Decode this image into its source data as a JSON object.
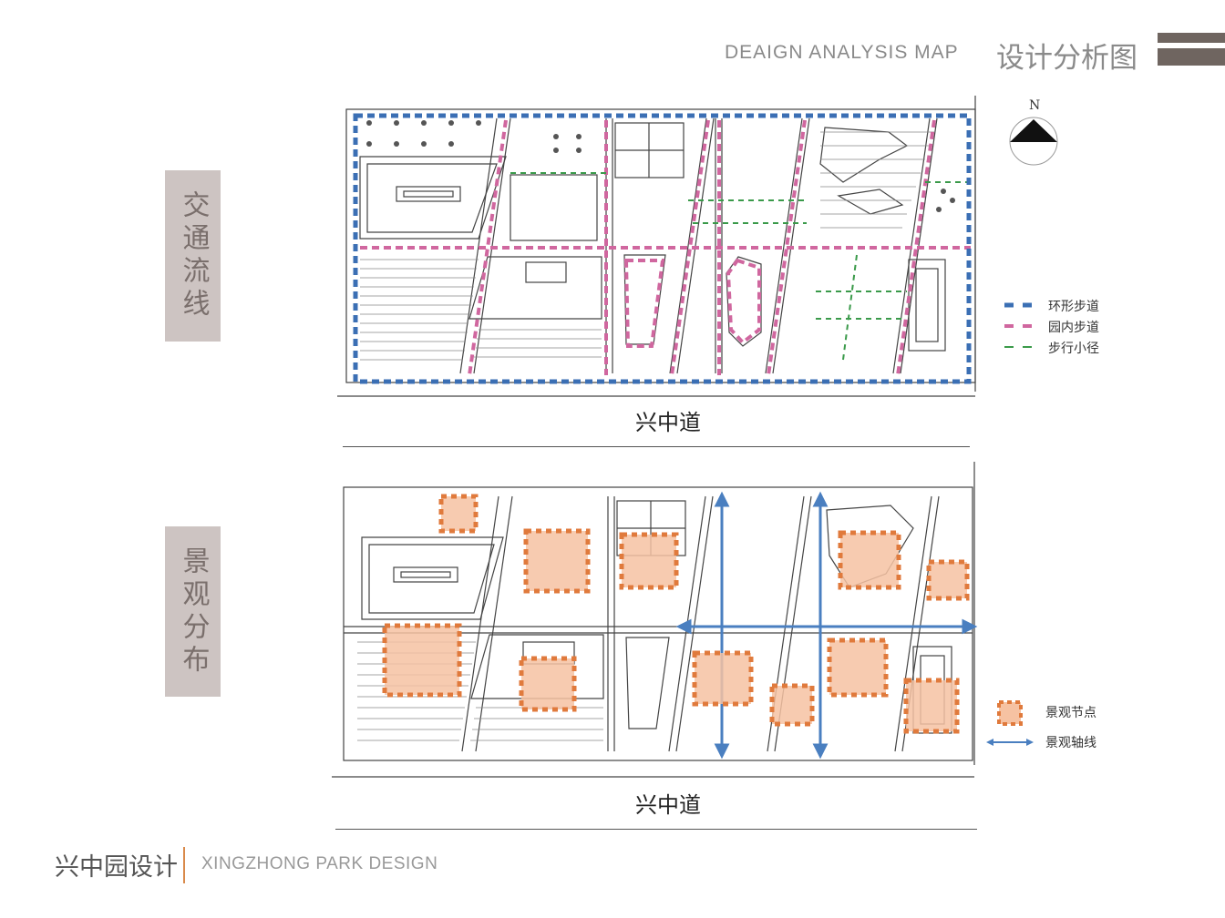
{
  "header": {
    "title_en": "DEAIGN ANALYSIS MAP",
    "title_cn": "设计分析图"
  },
  "colors": {
    "header_bar": "#6f6560",
    "side_label_bg": "#cdc4c2",
    "loop_path": "#3b6fb4",
    "park_path": "#d0679f",
    "foot_path": "#3a9a4a",
    "node_fill": "#f6c2a2",
    "node_border": "#e07a3c",
    "axis": "#4a7fc0",
    "accent": "#d98a4a"
  },
  "sections": {
    "traffic": {
      "label": "交通流线",
      "road": "兴中道"
    },
    "landscape": {
      "label": "景观分布",
      "road": "兴中道"
    }
  },
  "compass": {
    "label": "N"
  },
  "legend_traffic": [
    {
      "label": "环形步道",
      "style": "loop_path"
    },
    {
      "label": "园内步道",
      "style": "park_path"
    },
    {
      "label": "步行小径",
      "style": "foot_path"
    }
  ],
  "legend_landscape": [
    {
      "label": "景观节点",
      "style": "node"
    },
    {
      "label": "景观轴线",
      "style": "axis"
    }
  ],
  "footer": {
    "title_cn": "兴中园设计",
    "title_en": "XINGZHONG PARK DESIGN"
  }
}
